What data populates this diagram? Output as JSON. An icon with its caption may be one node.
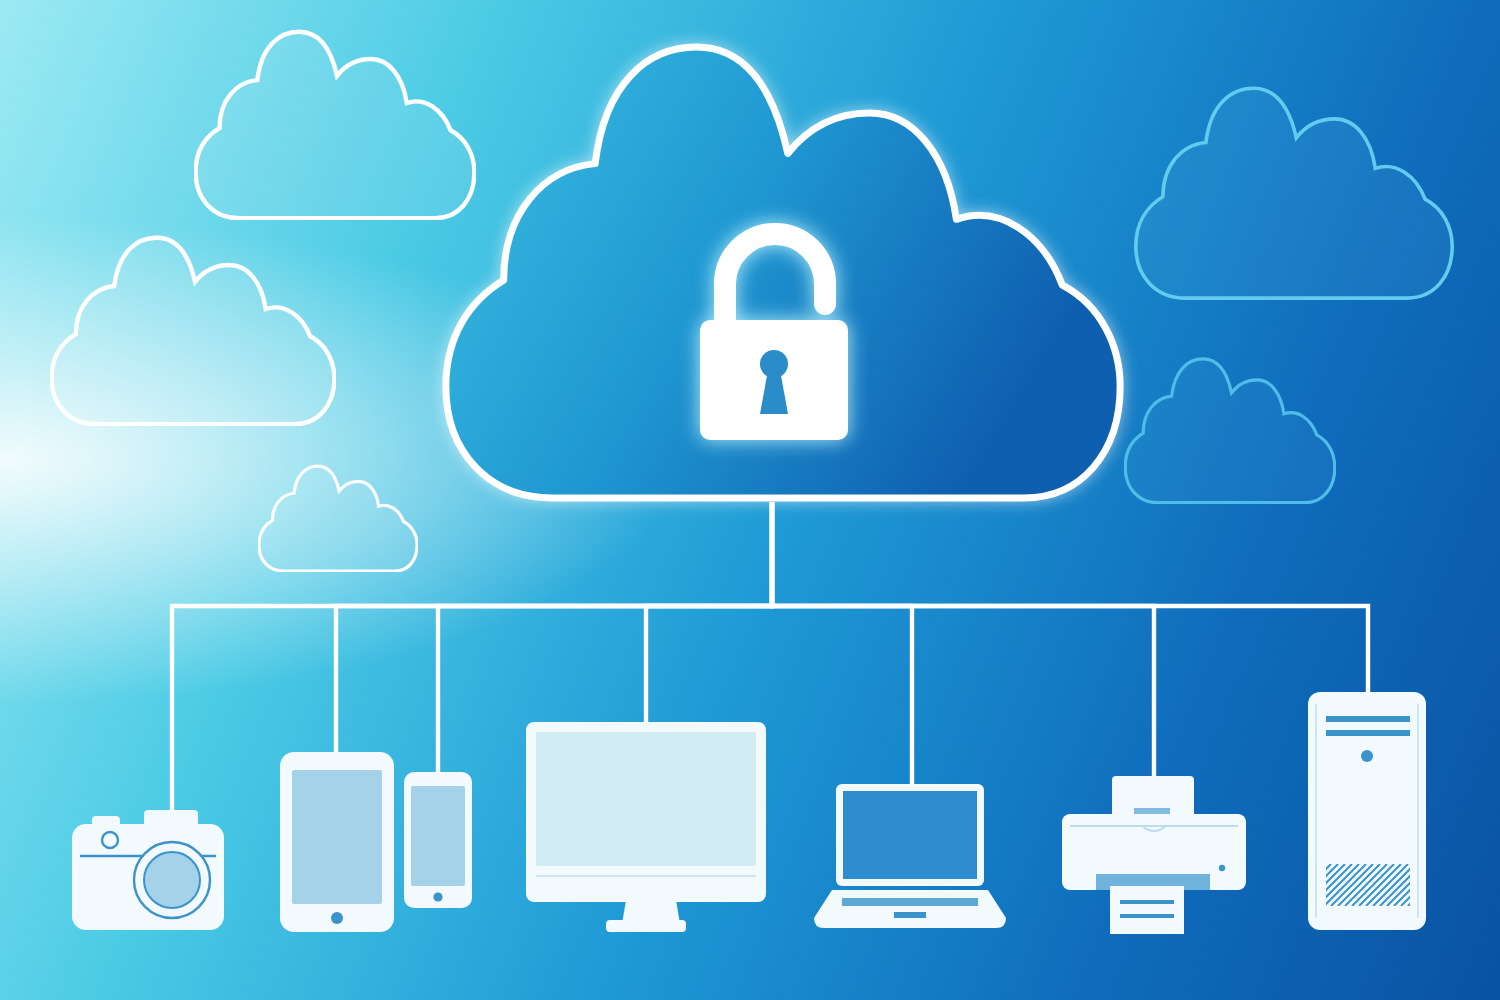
{
  "diagram": {
    "nodes": [
      {
        "text": [],
        "shape": "cloud"
      },
      {
        "text": [],
        "shape": "picture"
      },
      {
        "text": [],
        "shape": "picture"
      },
      {
        "text": [],
        "shape": "picture"
      },
      {
        "text": [],
        "shape": "picture"
      },
      {
        "text": [],
        "shape": "picture"
      },
      {
        "text": [],
        "shape": "picture"
      },
      {
        "text": [],
        "shape": "picture"
      }
    ],
    "edges": [
      {
        "from": 0,
        "to": 1,
        "arrow": "none"
      },
      {
        "from": 0,
        "to": 2,
        "arrow": "none"
      },
      {
        "from": 0,
        "to": 3,
        "arrow": "none"
      },
      {
        "from": 0,
        "to": 4,
        "arrow": "none"
      },
      {
        "from": 0,
        "to": 5,
        "arrow": "none"
      },
      {
        "from": 0,
        "to": 6,
        "arrow": "none"
      },
      {
        "from": 0,
        "to": 7,
        "arrow": "none"
      }
    ]
  }
}
